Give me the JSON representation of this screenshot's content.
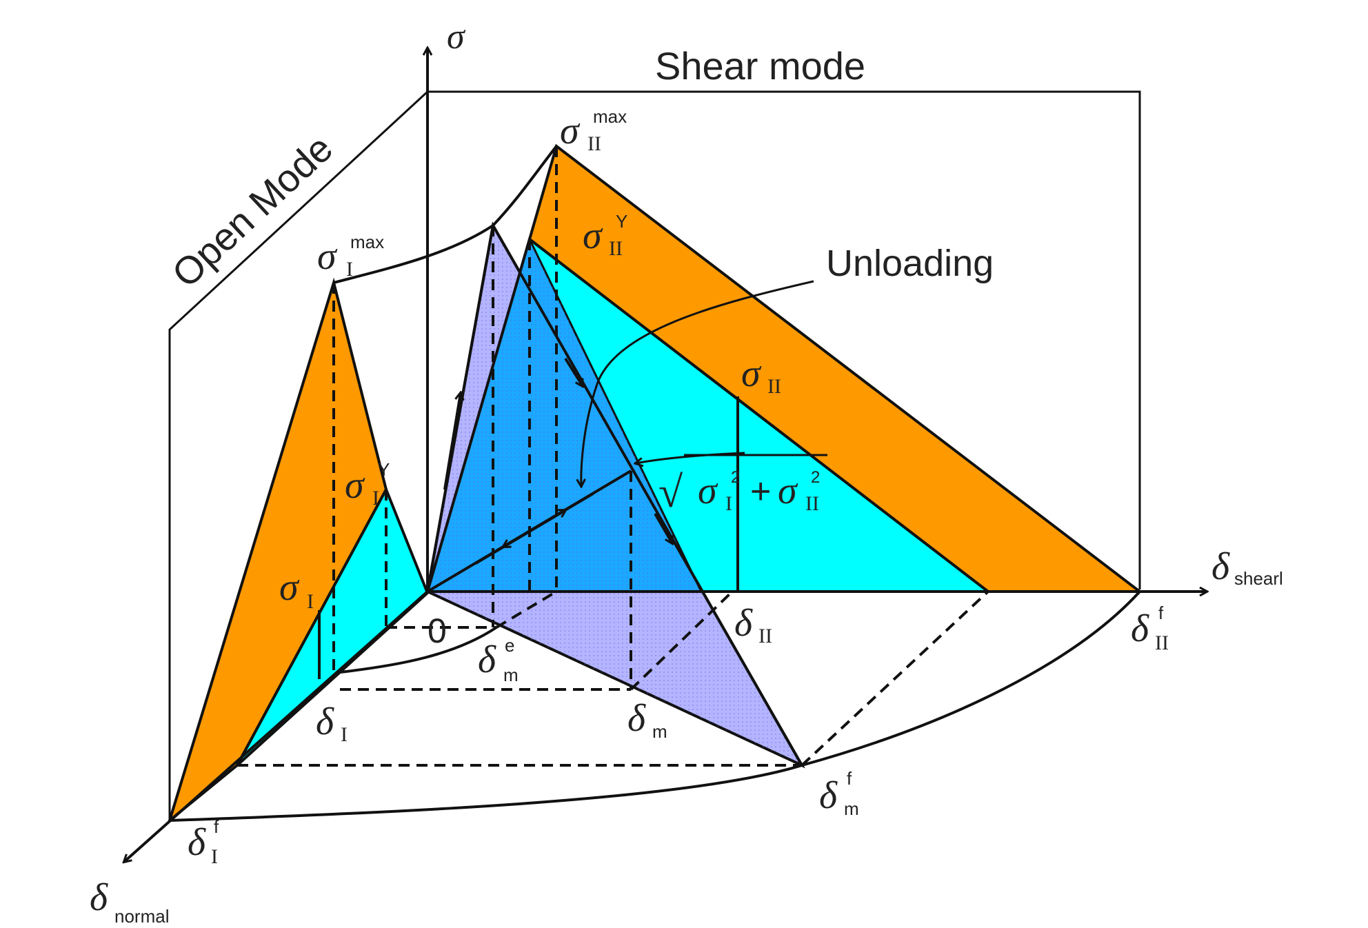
{
  "colors": {
    "orange": "#FF9900",
    "cyan": "#00FFFF",
    "blue": "#1BA8FF",
    "lavender": "#B4B4FF",
    "line": "#111111"
  },
  "panels": {
    "shear_title": "Shear mode",
    "open_title": "Open Mode",
    "unloading": "Unloading"
  },
  "axes": {
    "sigma": "σ",
    "origin": "0",
    "delta_symbol": "δ",
    "shear_sub": "shearl",
    "normal_sub": "normal"
  },
  "labels": {
    "sigma_symbol": "σ",
    "delta_symbol": "δ",
    "sub_I": "I",
    "sub_II": "II",
    "sub_m": "m",
    "sup_max": "max",
    "sup_Y": "Y",
    "sup_f": "f",
    "sup_e": "e",
    "sup_2": "2",
    "plus": "+",
    "sqrt": "√"
  }
}
